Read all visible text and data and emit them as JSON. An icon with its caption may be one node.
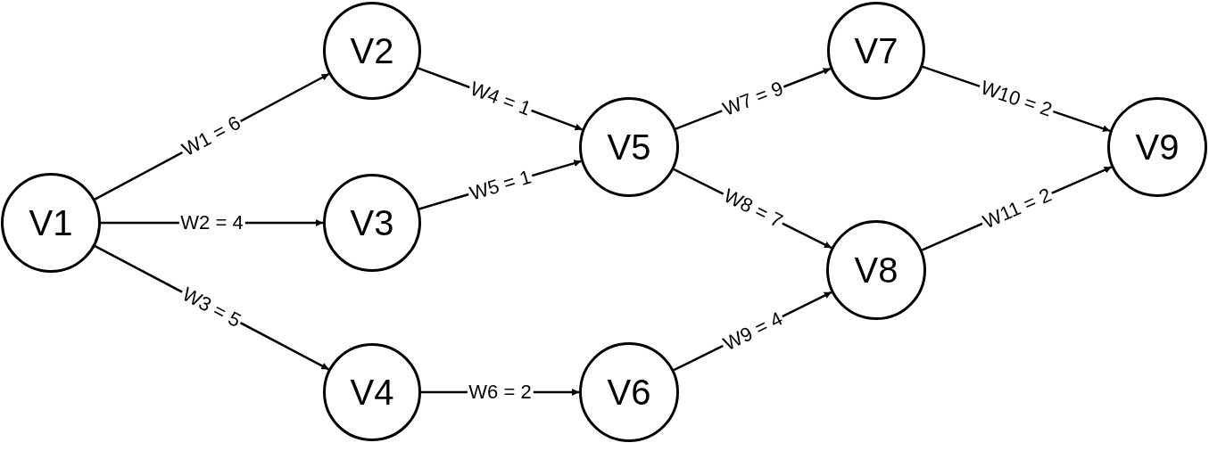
{
  "diagram": {
    "nodes": [
      {
        "text": [
          "V1"
        ]
      },
      {
        "text": [
          "V2"
        ]
      },
      {
        "text": [
          "V3"
        ]
      },
      {
        "text": [
          "V4"
        ]
      },
      {
        "text": [
          "V5"
        ]
      },
      {
        "text": [
          "V6"
        ]
      },
      {
        "text": [
          "V7"
        ]
      },
      {
        "text": [
          "V8"
        ]
      },
      {
        "text": [
          "V9"
        ]
      }
    ],
    "edges": [
      {
        "from": 0,
        "to": 1,
        "arrow": "to",
        "label": "W1 = 6"
      },
      {
        "from": 0,
        "to": 2,
        "arrow": "to",
        "label": "W2 = 4"
      },
      {
        "from": 0,
        "to": 3,
        "arrow": "to",
        "label": "W3 = 5"
      },
      {
        "from": 1,
        "to": 4,
        "arrow": "to",
        "label": "W4 = 1"
      },
      {
        "from": 2,
        "to": 4,
        "arrow": "to",
        "label": "W5 = 1"
      },
      {
        "from": 3,
        "to": 5,
        "arrow": "to",
        "label": "W6 = 2"
      },
      {
        "from": 4,
        "to": 6,
        "arrow": "to",
        "label": "W7 = 9"
      },
      {
        "from": 4,
        "to": 7,
        "arrow": "to",
        "label": "W8 = 7"
      },
      {
        "from": 5,
        "to": 7,
        "arrow": "to",
        "label": "W9 = 4"
      },
      {
        "from": 6,
        "to": 8,
        "arrow": "to",
        "label": "W10 = 2"
      },
      {
        "from": 7,
        "to": 8,
        "arrow": "to",
        "label": "W11 = 2"
      }
    ]
  }
}
